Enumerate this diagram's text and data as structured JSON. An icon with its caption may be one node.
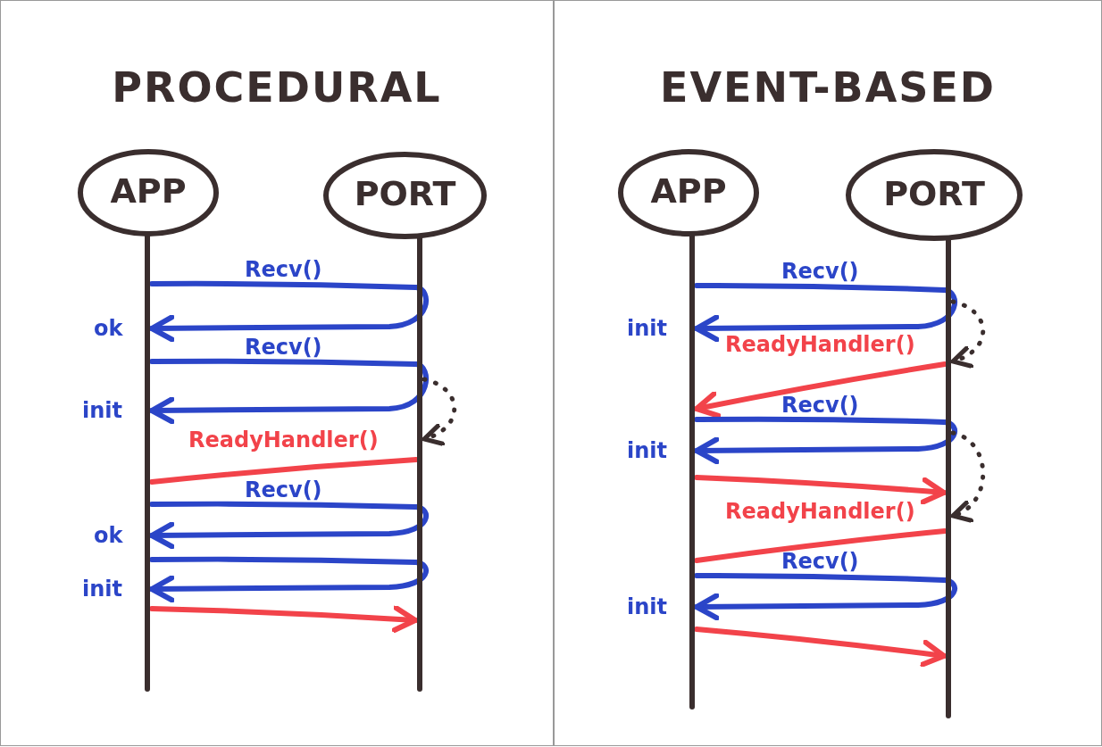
{
  "diagram": {
    "nodes": [
      {
        "text": [
          "PROCEDURAL"
        ]
      },
      {
        "text": [
          "APP"
        ],
        "in": 0
      },
      {
        "text": [
          "PORT"
        ],
        "in": 0
      },
      {
        "text": [
          "EVENT-BASED"
        ]
      },
      {
        "text": [
          "APP"
        ],
        "in": 3
      },
      {
        "text": [
          "PORT"
        ],
        "in": 3
      }
    ],
    "edges": [
      {
        "from": 1,
        "to": 2,
        "arrow": "none",
        "label": "Recv()"
      },
      {
        "from": 2,
        "to": 1,
        "arrow": "to",
        "label": "ok"
      },
      {
        "from": 1,
        "to": 2,
        "arrow": "none",
        "label": "Recv()"
      },
      {
        "from": 2,
        "to": 1,
        "arrow": "to",
        "label": "init"
      },
      {
        "from": 2,
        "to": 2,
        "arrow": "to",
        "style": "dashed",
        "color": "#3a2e2e"
      },
      {
        "from": 2,
        "to": 1,
        "arrow": "none",
        "label": "ReadyHandler()",
        "color": "#f2434a"
      },
      {
        "from": 1,
        "to": 2,
        "arrow": "none",
        "label": "Recv()"
      },
      {
        "from": 2,
        "to": 1,
        "arrow": "to",
        "label": "ok"
      },
      {
        "from": 1,
        "to": 2,
        "arrow": "none"
      },
      {
        "from": 2,
        "to": 1,
        "arrow": "to",
        "label": "init"
      },
      {
        "from": 1,
        "to": 2,
        "arrow": "to",
        "color": "#f2434a"
      },
      {
        "from": 4,
        "to": 5,
        "arrow": "none",
        "label": "Recv()"
      },
      {
        "from": 5,
        "to": 4,
        "arrow": "to",
        "label": "init"
      },
      {
        "from": 5,
        "to": 5,
        "arrow": "to",
        "style": "dashed",
        "color": "#3a2e2e"
      },
      {
        "from": 5,
        "to": 4,
        "arrow": "to",
        "label": "ReadyHandler()",
        "color": "#f2434a"
      },
      {
        "from": 4,
        "to": 5,
        "arrow": "none",
        "label": "Recv()"
      },
      {
        "from": 5,
        "to": 4,
        "arrow": "to",
        "label": "init"
      },
      {
        "from": 4,
        "to": 5,
        "arrow": "to",
        "color": "#f2434a"
      },
      {
        "from": 5,
        "to": 5,
        "arrow": "to",
        "style": "dashed",
        "color": "#3a2e2e"
      },
      {
        "from": 5,
        "to": 4,
        "arrow": "none",
        "label": "ReadyHandler()",
        "color": "#f2434a"
      },
      {
        "from": 4,
        "to": 5,
        "arrow": "none",
        "label": "Recv()"
      },
      {
        "from": 5,
        "to": 4,
        "arrow": "to",
        "label": "init"
      },
      {
        "from": 4,
        "to": 5,
        "arrow": "to",
        "color": "#f2434a"
      }
    ]
  }
}
